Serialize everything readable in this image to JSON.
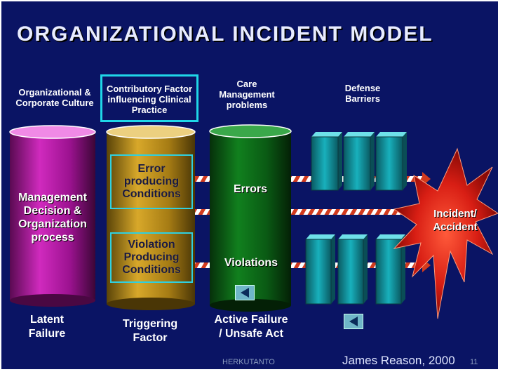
{
  "title": "ORGANIZATIONAL INCIDENT MODEL",
  "headers": {
    "org_culture": "Organizational & Corporate Culture",
    "contributory": "Contributory Factor influencing Clinical Practice",
    "care_mgmt": "Care Management problems",
    "defense": "Defense Barriers"
  },
  "cylinders": {
    "management": "Management Decision & Organization process",
    "errors": "Errors",
    "violations": "Violations"
  },
  "boxes": {
    "error_conditions": "Error producing Conditions",
    "violation_conditions": "Violation Producing Conditions"
  },
  "bottom": {
    "latent": "Latent Failure",
    "triggering": "Triggering Factor",
    "active": "Active Failure / Unsafe Act"
  },
  "incident": "Incident/ Accident",
  "footer": {
    "author": "HERKUTANTO",
    "citation": "James Reason, 2000",
    "page": "11"
  },
  "colors": {
    "background": "#0a1464",
    "cyl_magenta": "#b0169f",
    "cyl_gold": "#b4891c",
    "cyl_green": "#0d6b1a",
    "barrier": "#0f8c96",
    "highlight": "#1fd7e8",
    "incident": "#e0261e"
  },
  "icons": {
    "nav": "back-arrow-icon"
  }
}
